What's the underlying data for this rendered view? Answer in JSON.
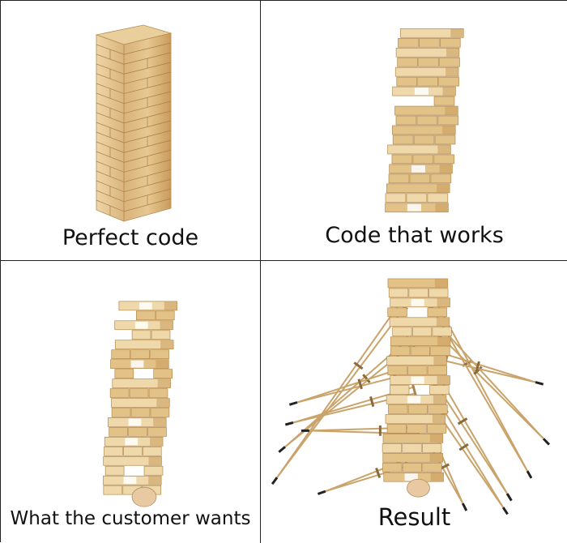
{
  "panels": [
    {
      "id": "perfect",
      "caption": "Perfect code",
      "illustration": "straight-block-tower"
    },
    {
      "id": "works",
      "caption": "Code that works",
      "illustration": "gappy-block-tower"
    },
    {
      "id": "customer",
      "caption": "What the customer wants",
      "illustration": "leaning-tower-on-egg"
    },
    {
      "id": "result",
      "caption": "Result",
      "illustration": "tower-propped-by-crutches"
    }
  ],
  "colors": {
    "border": "#222222",
    "wood_light": "#efd9aa",
    "wood_dark": "#c99b5a",
    "crutch": "#c9a36a"
  }
}
